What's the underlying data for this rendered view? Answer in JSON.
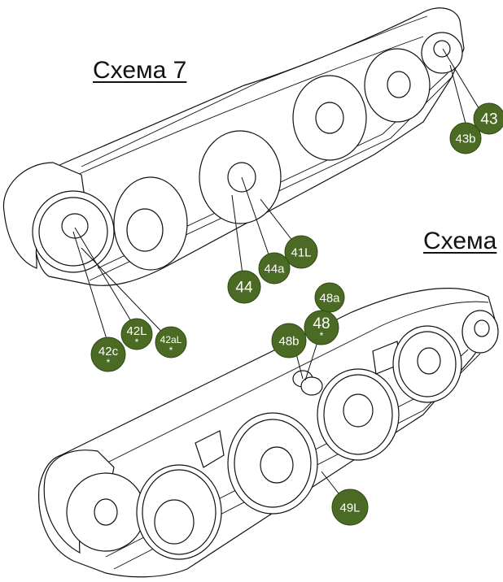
{
  "schemes": [
    {
      "title": "Схема 7"
    },
    {
      "title": "Схема"
    }
  ],
  "callouts": [
    {
      "id": "43",
      "label": "43",
      "star": ""
    },
    {
      "id": "43b",
      "label": "43b",
      "star": ""
    },
    {
      "id": "41L",
      "label": "41L",
      "star": ""
    },
    {
      "id": "44a",
      "label": "44a",
      "star": ""
    },
    {
      "id": "44",
      "label": "44",
      "star": ""
    },
    {
      "id": "42L",
      "label": "42L",
      "star": "*"
    },
    {
      "id": "42c",
      "label": "42c",
      "star": "*"
    },
    {
      "id": "42aL",
      "label": "42aL",
      "star": "*"
    },
    {
      "id": "48a",
      "label": "48a",
      "star": ""
    },
    {
      "id": "48",
      "label": "48",
      "star": "*"
    },
    {
      "id": "48b",
      "label": "48b",
      "star": ""
    },
    {
      "id": "49L",
      "label": "49L",
      "star": ""
    }
  ],
  "colors": {
    "callout_fill": "#4b6b24",
    "line": "#111111"
  }
}
